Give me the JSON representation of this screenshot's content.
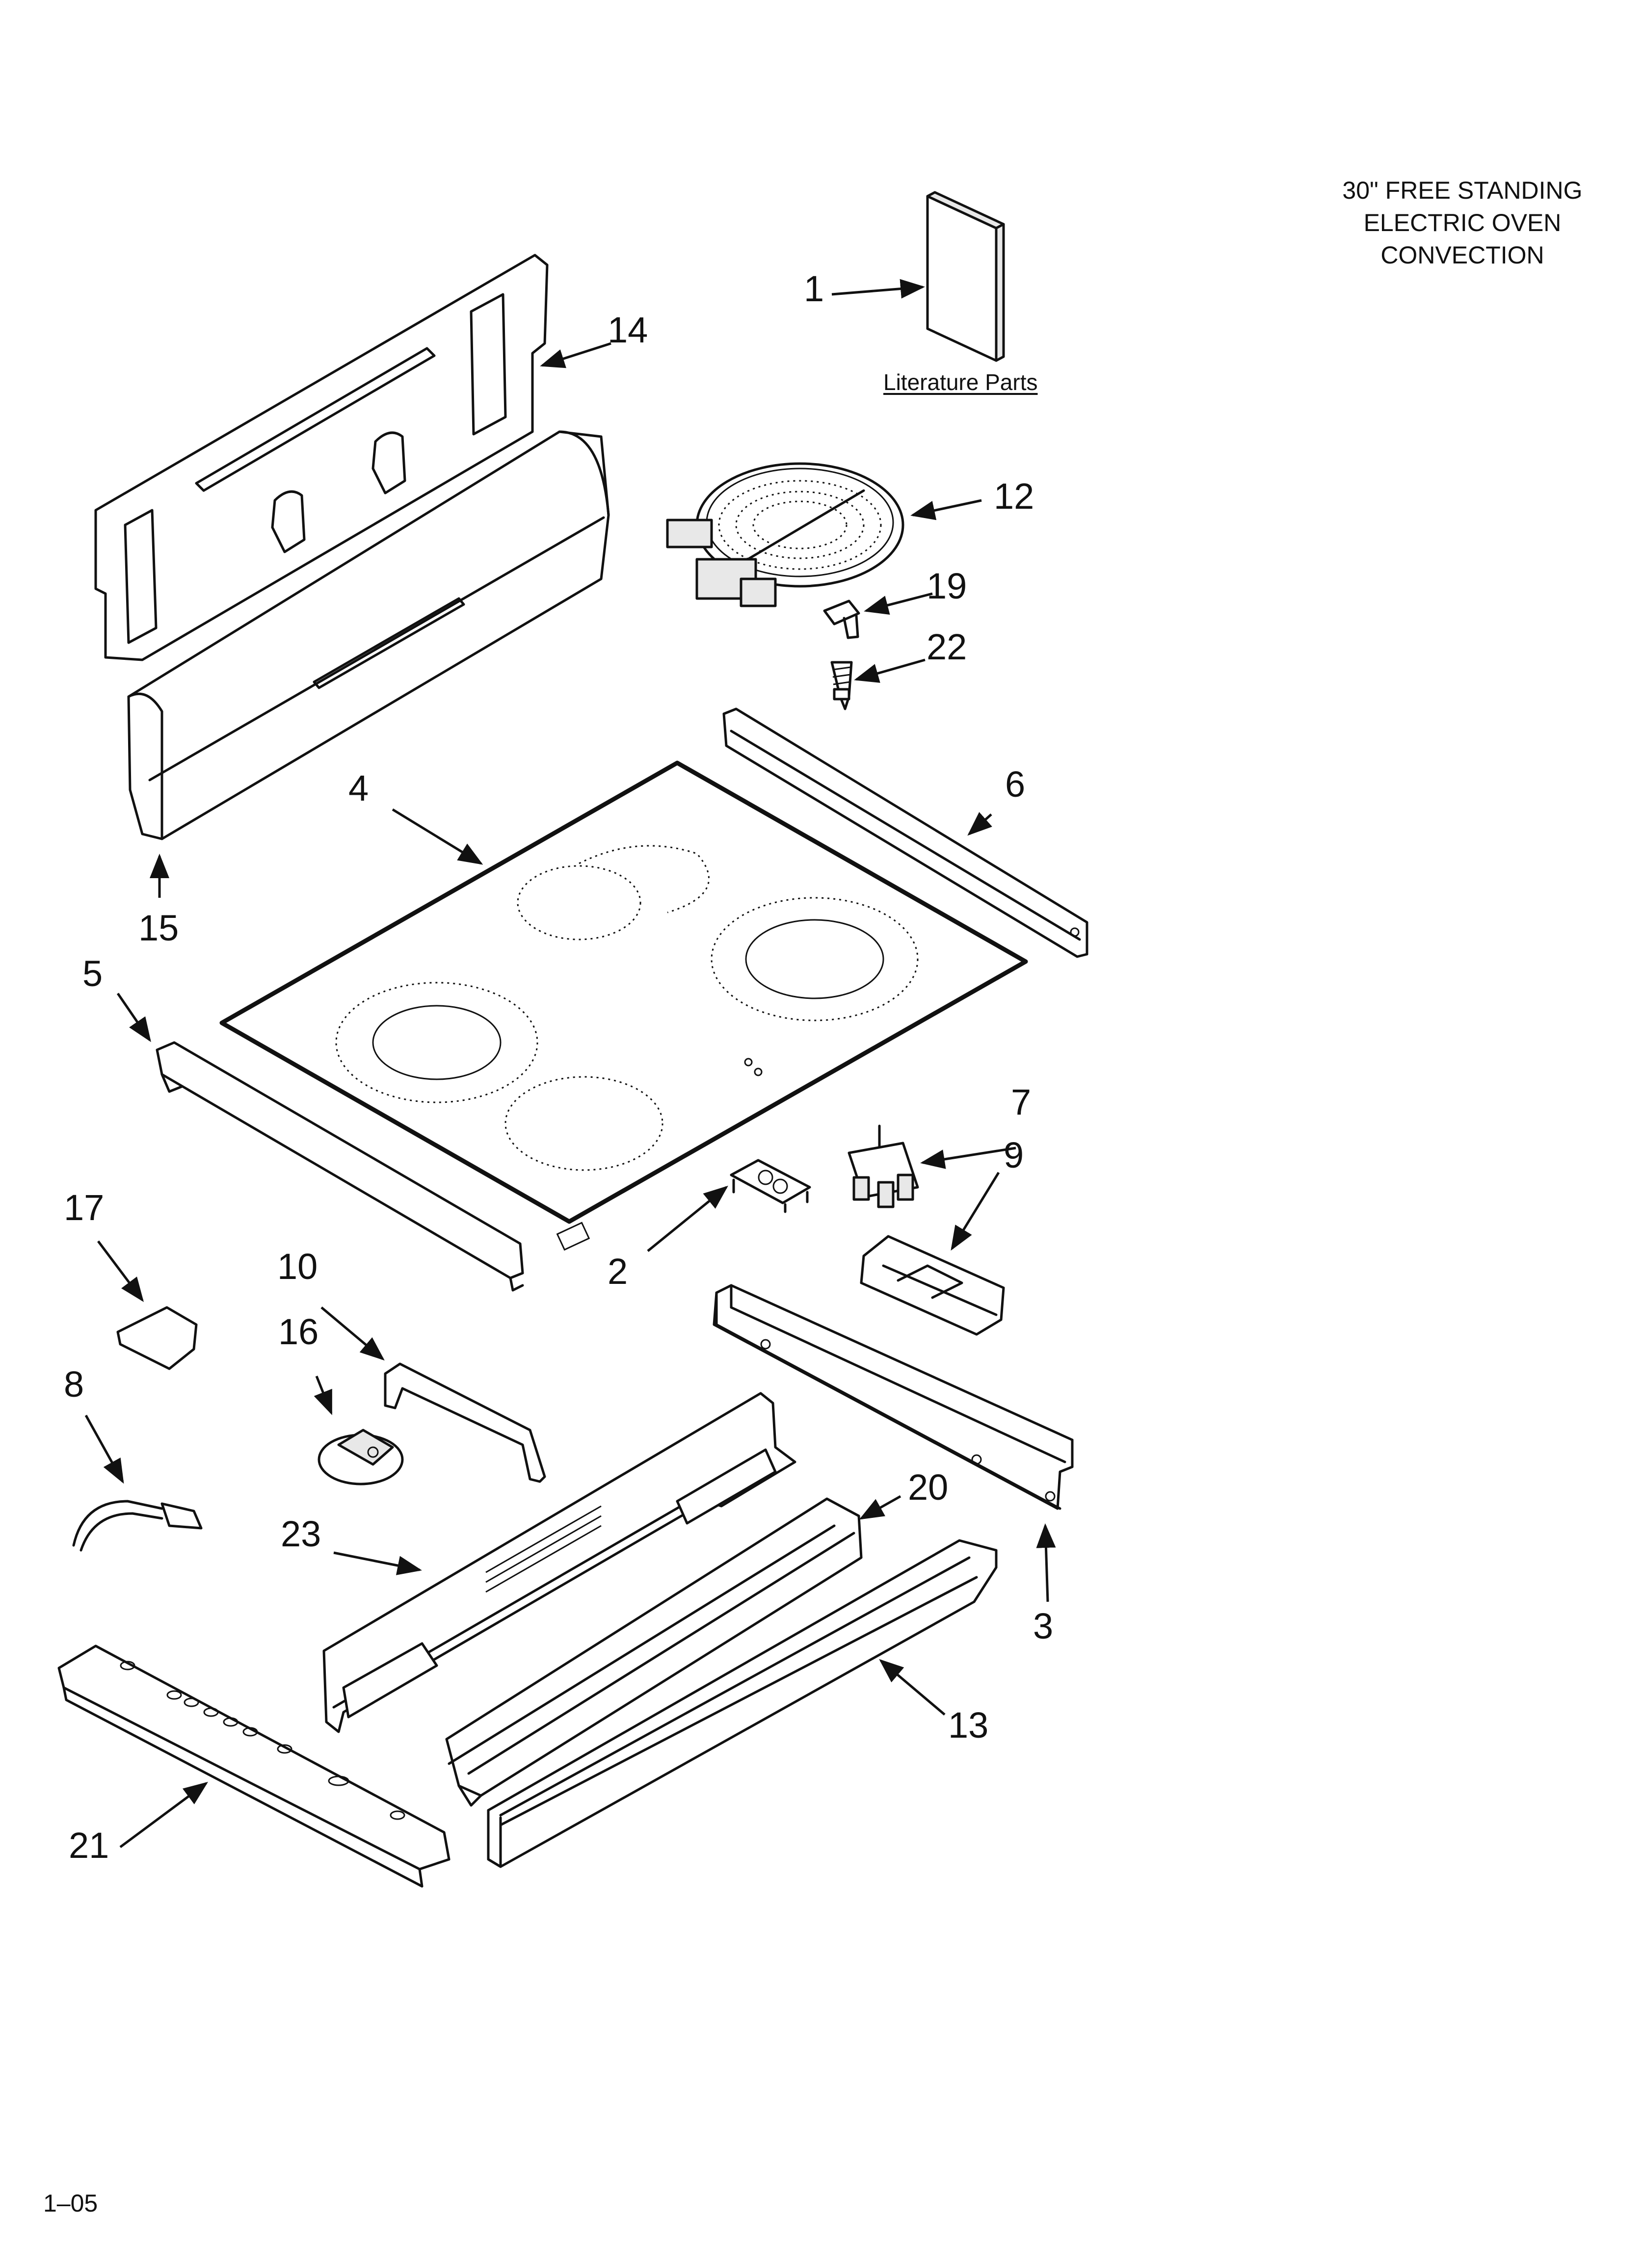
{
  "title": {
    "line1": "30\" FREE STANDING",
    "line2": "ELECTRIC OVEN",
    "line3": "CONVECTION"
  },
  "literature_label": "Literature Parts",
  "footer_code": "1–05",
  "callouts": {
    "c1": "1",
    "c2": "2",
    "c3": "3",
    "c4": "4",
    "c5": "5",
    "c6": "6",
    "c7": "7",
    "c8": "8",
    "c9": "9",
    "c10": "10",
    "c12": "12",
    "c13": "13",
    "c14": "14",
    "c15": "15",
    "c16": "16",
    "c17": "17",
    "c19": "19",
    "c20": "20",
    "c21": "21",
    "c22": "22",
    "c23": "23"
  }
}
